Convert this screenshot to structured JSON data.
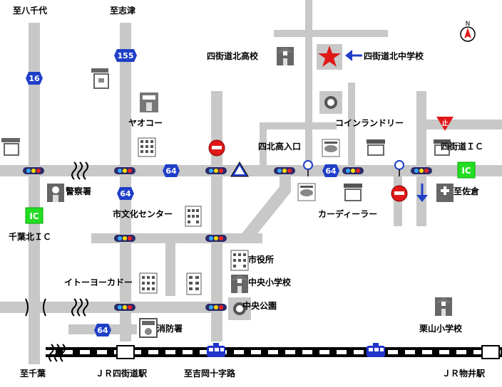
{
  "title": "",
  "directions": {
    "yachiyo": "至八千代",
    "shizu": "至志津",
    "chiba": "至千葉",
    "sakura": "至佐倉",
    "yoshiokajujiro": "至吉岡十字路"
  },
  "stations": {
    "yotsukaido": "ＪＲ四街道駅",
    "monoi": "ＪＲ物井駅"
  },
  "interchanges": {
    "chibakita": "千葉北ＩＣ",
    "yotsukaido": "四街道ＩＣ",
    "ic_badge": "IC"
  },
  "routes": {
    "r16": "16",
    "r155": "155",
    "r64": "64"
  },
  "places": {
    "destination": "四街道北中学校",
    "high_school": "四街道北高校",
    "yaoko": "ヤオコー",
    "coin_laundry": "コインランドリー",
    "intersection": "四北高入口",
    "police": "警察署",
    "cultural_center": "市文化センター",
    "car_dealer": "カーディーラー",
    "city_hall": "市役所",
    "chuo_elementary": "中央小学校",
    "ito_yokado": "イトーヨーカドー",
    "chuo_park": "中央公園",
    "fire_station": "消防署",
    "kuriyama_elementary": "栗山小学校"
  },
  "symbols": {
    "north": "N",
    "stop": "止"
  }
}
